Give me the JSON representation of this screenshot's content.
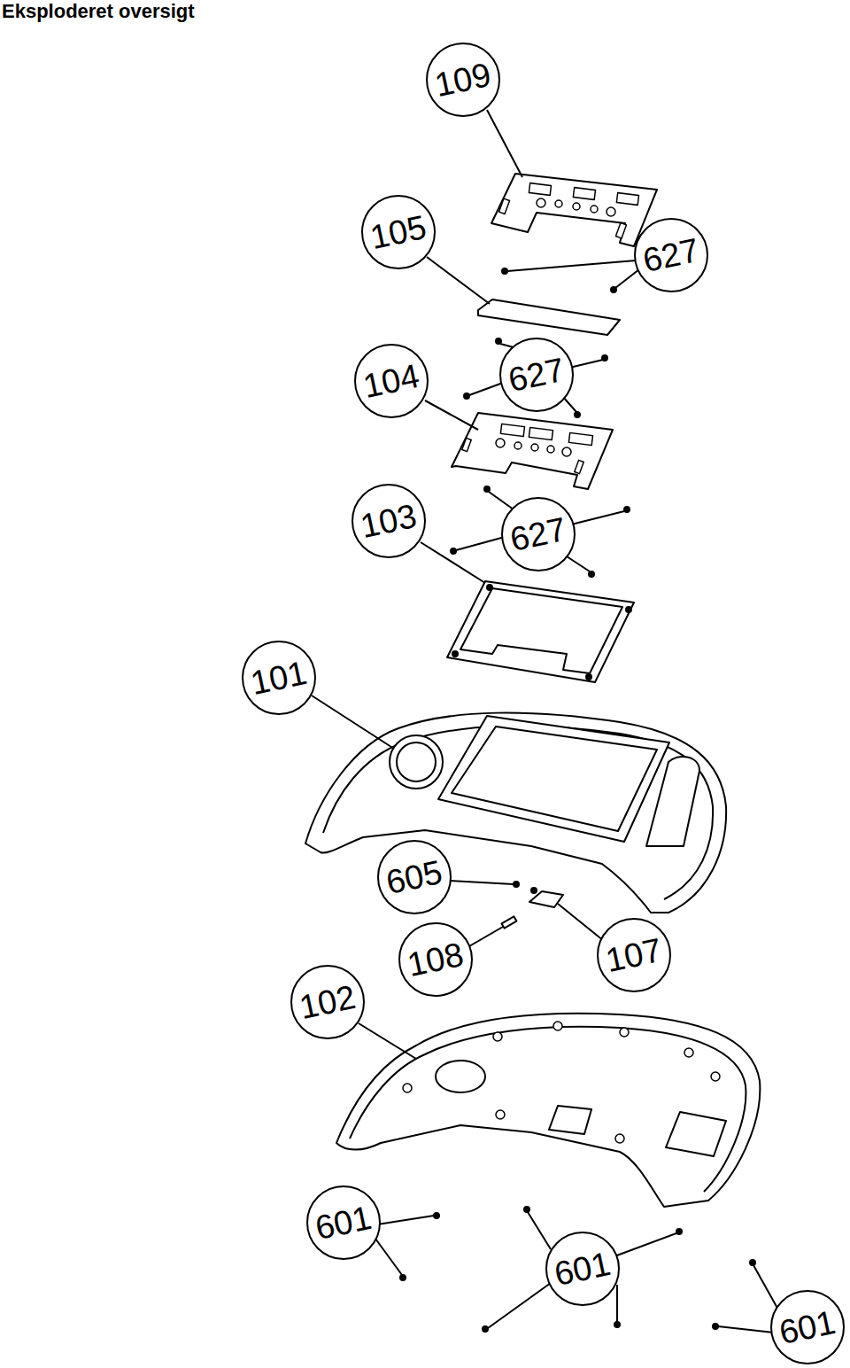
{
  "diagram": {
    "title": "Eksploderet oversigt",
    "nodes": [
      {
        "text": [
          "109"
        ]
      },
      {
        "text": [
          "105"
        ]
      },
      {
        "text": [
          "627"
        ]
      },
      {
        "text": [
          "104"
        ]
      },
      {
        "text": [
          "627"
        ]
      },
      {
        "text": [
          "103"
        ]
      },
      {
        "text": [
          "627"
        ]
      },
      {
        "text": [
          "101"
        ]
      },
      {
        "text": [
          "605"
        ]
      },
      {
        "text": [
          "108"
        ]
      },
      {
        "text": [
          "107"
        ]
      },
      {
        "text": [
          "102"
        ]
      },
      {
        "text": [
          "601"
        ]
      },
      {
        "text": [
          "601"
        ]
      },
      {
        "text": [
          "601"
        ]
      }
    ]
  }
}
